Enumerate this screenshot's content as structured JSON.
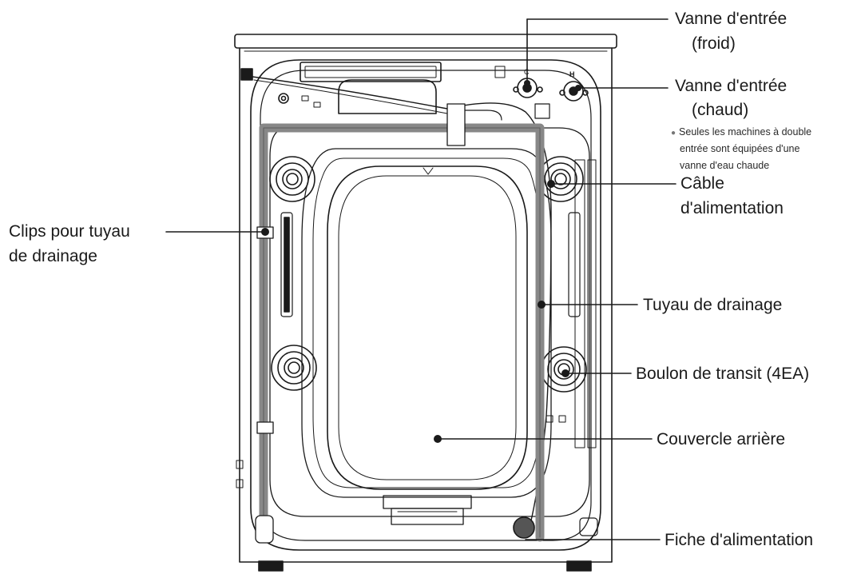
{
  "labels": {
    "inlet_cold_line1": "Vanne d'entrée",
    "inlet_cold_line2": "(froid)",
    "inlet_hot_line1": "Vanne d'entrée",
    "inlet_hot_line2": "(chaud)",
    "note_line1": "Seules les machines à double",
    "note_line2": "entrée sont équipées d'une",
    "note_line3": "vanne d'eau chaude",
    "power_cable_line1": "Câble",
    "power_cable_line2": "d'alimentation",
    "drain_clips_line1": "Clips pour tuyau",
    "drain_clips_line2": "de drainage",
    "drain_hose": "Tuyau de drainage",
    "transit_bolt": "Boulon de transit (4EA)",
    "rear_cover": "Couvercle arrière",
    "power_plug": "Fiche d'alimentation",
    "valve_cold_mark": "C",
    "valve_hot_mark": "H"
  }
}
